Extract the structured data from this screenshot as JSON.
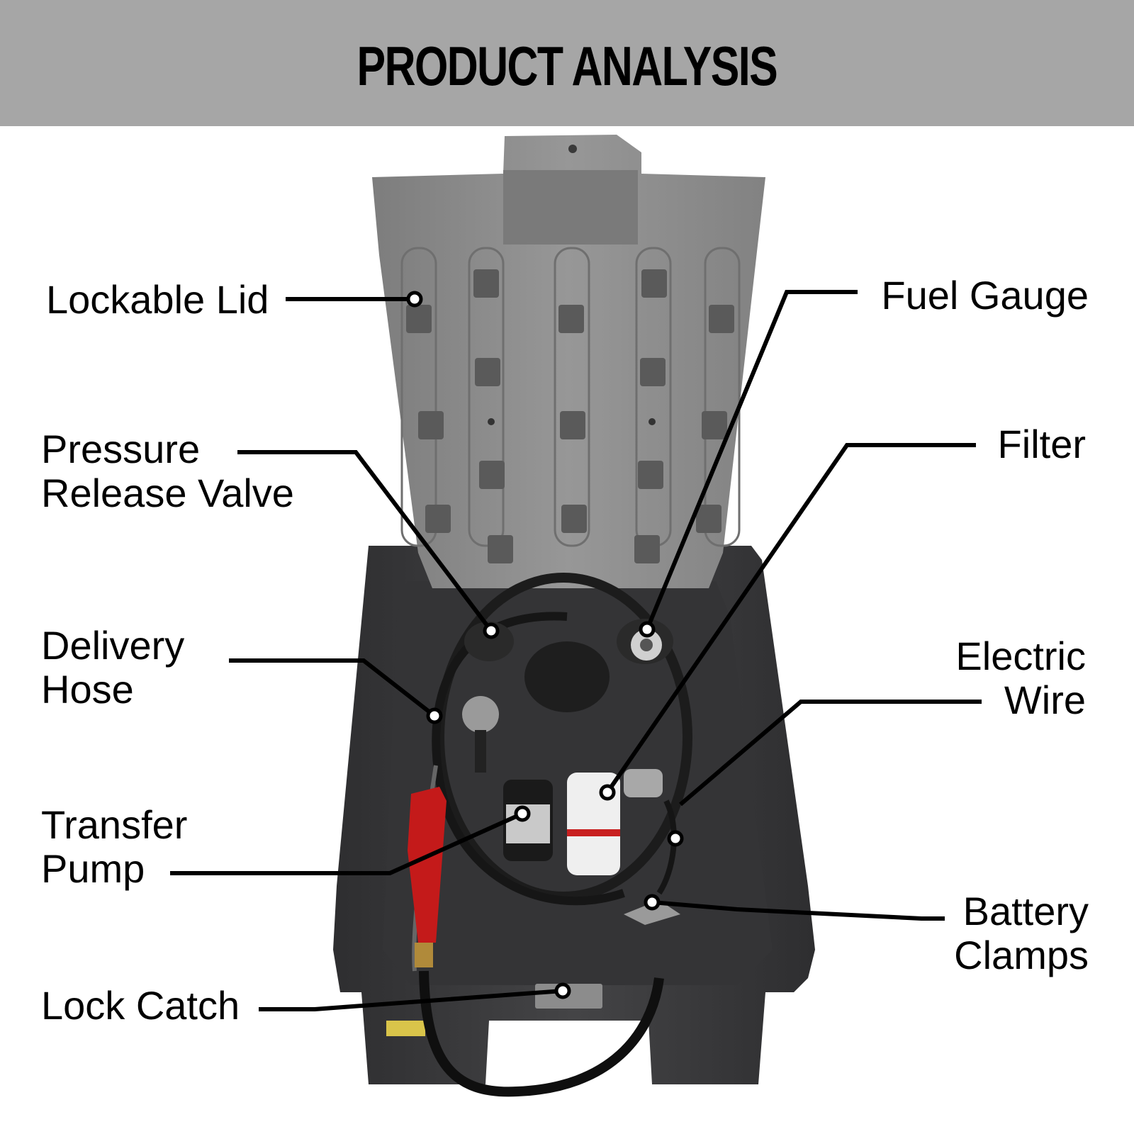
{
  "header": {
    "title": "PRODUCT ANALYSIS"
  },
  "labels": {
    "lockable_lid": [
      "Lockable Lid"
    ],
    "pressure_release_valve": [
      "Pressure",
      "Release Valve"
    ],
    "delivery_hose": [
      "Delivery",
      "Hose"
    ],
    "transfer_pump": [
      "Transfer",
      "Pump"
    ],
    "lock_catch": [
      "Lock Catch"
    ],
    "fuel_gauge": [
      "Fuel Gauge"
    ],
    "filter": [
      "Filter"
    ],
    "electric_wire": [
      "Electric",
      "Wire"
    ],
    "battery_clamps": [
      "Battery",
      "Clamps"
    ]
  },
  "colors": {
    "header_bg": "#a6a6a6",
    "lid": "#8e8e8e",
    "tank": "#3b3b3d",
    "leader_line": "#000000",
    "nozzle": "#c41a1a"
  }
}
